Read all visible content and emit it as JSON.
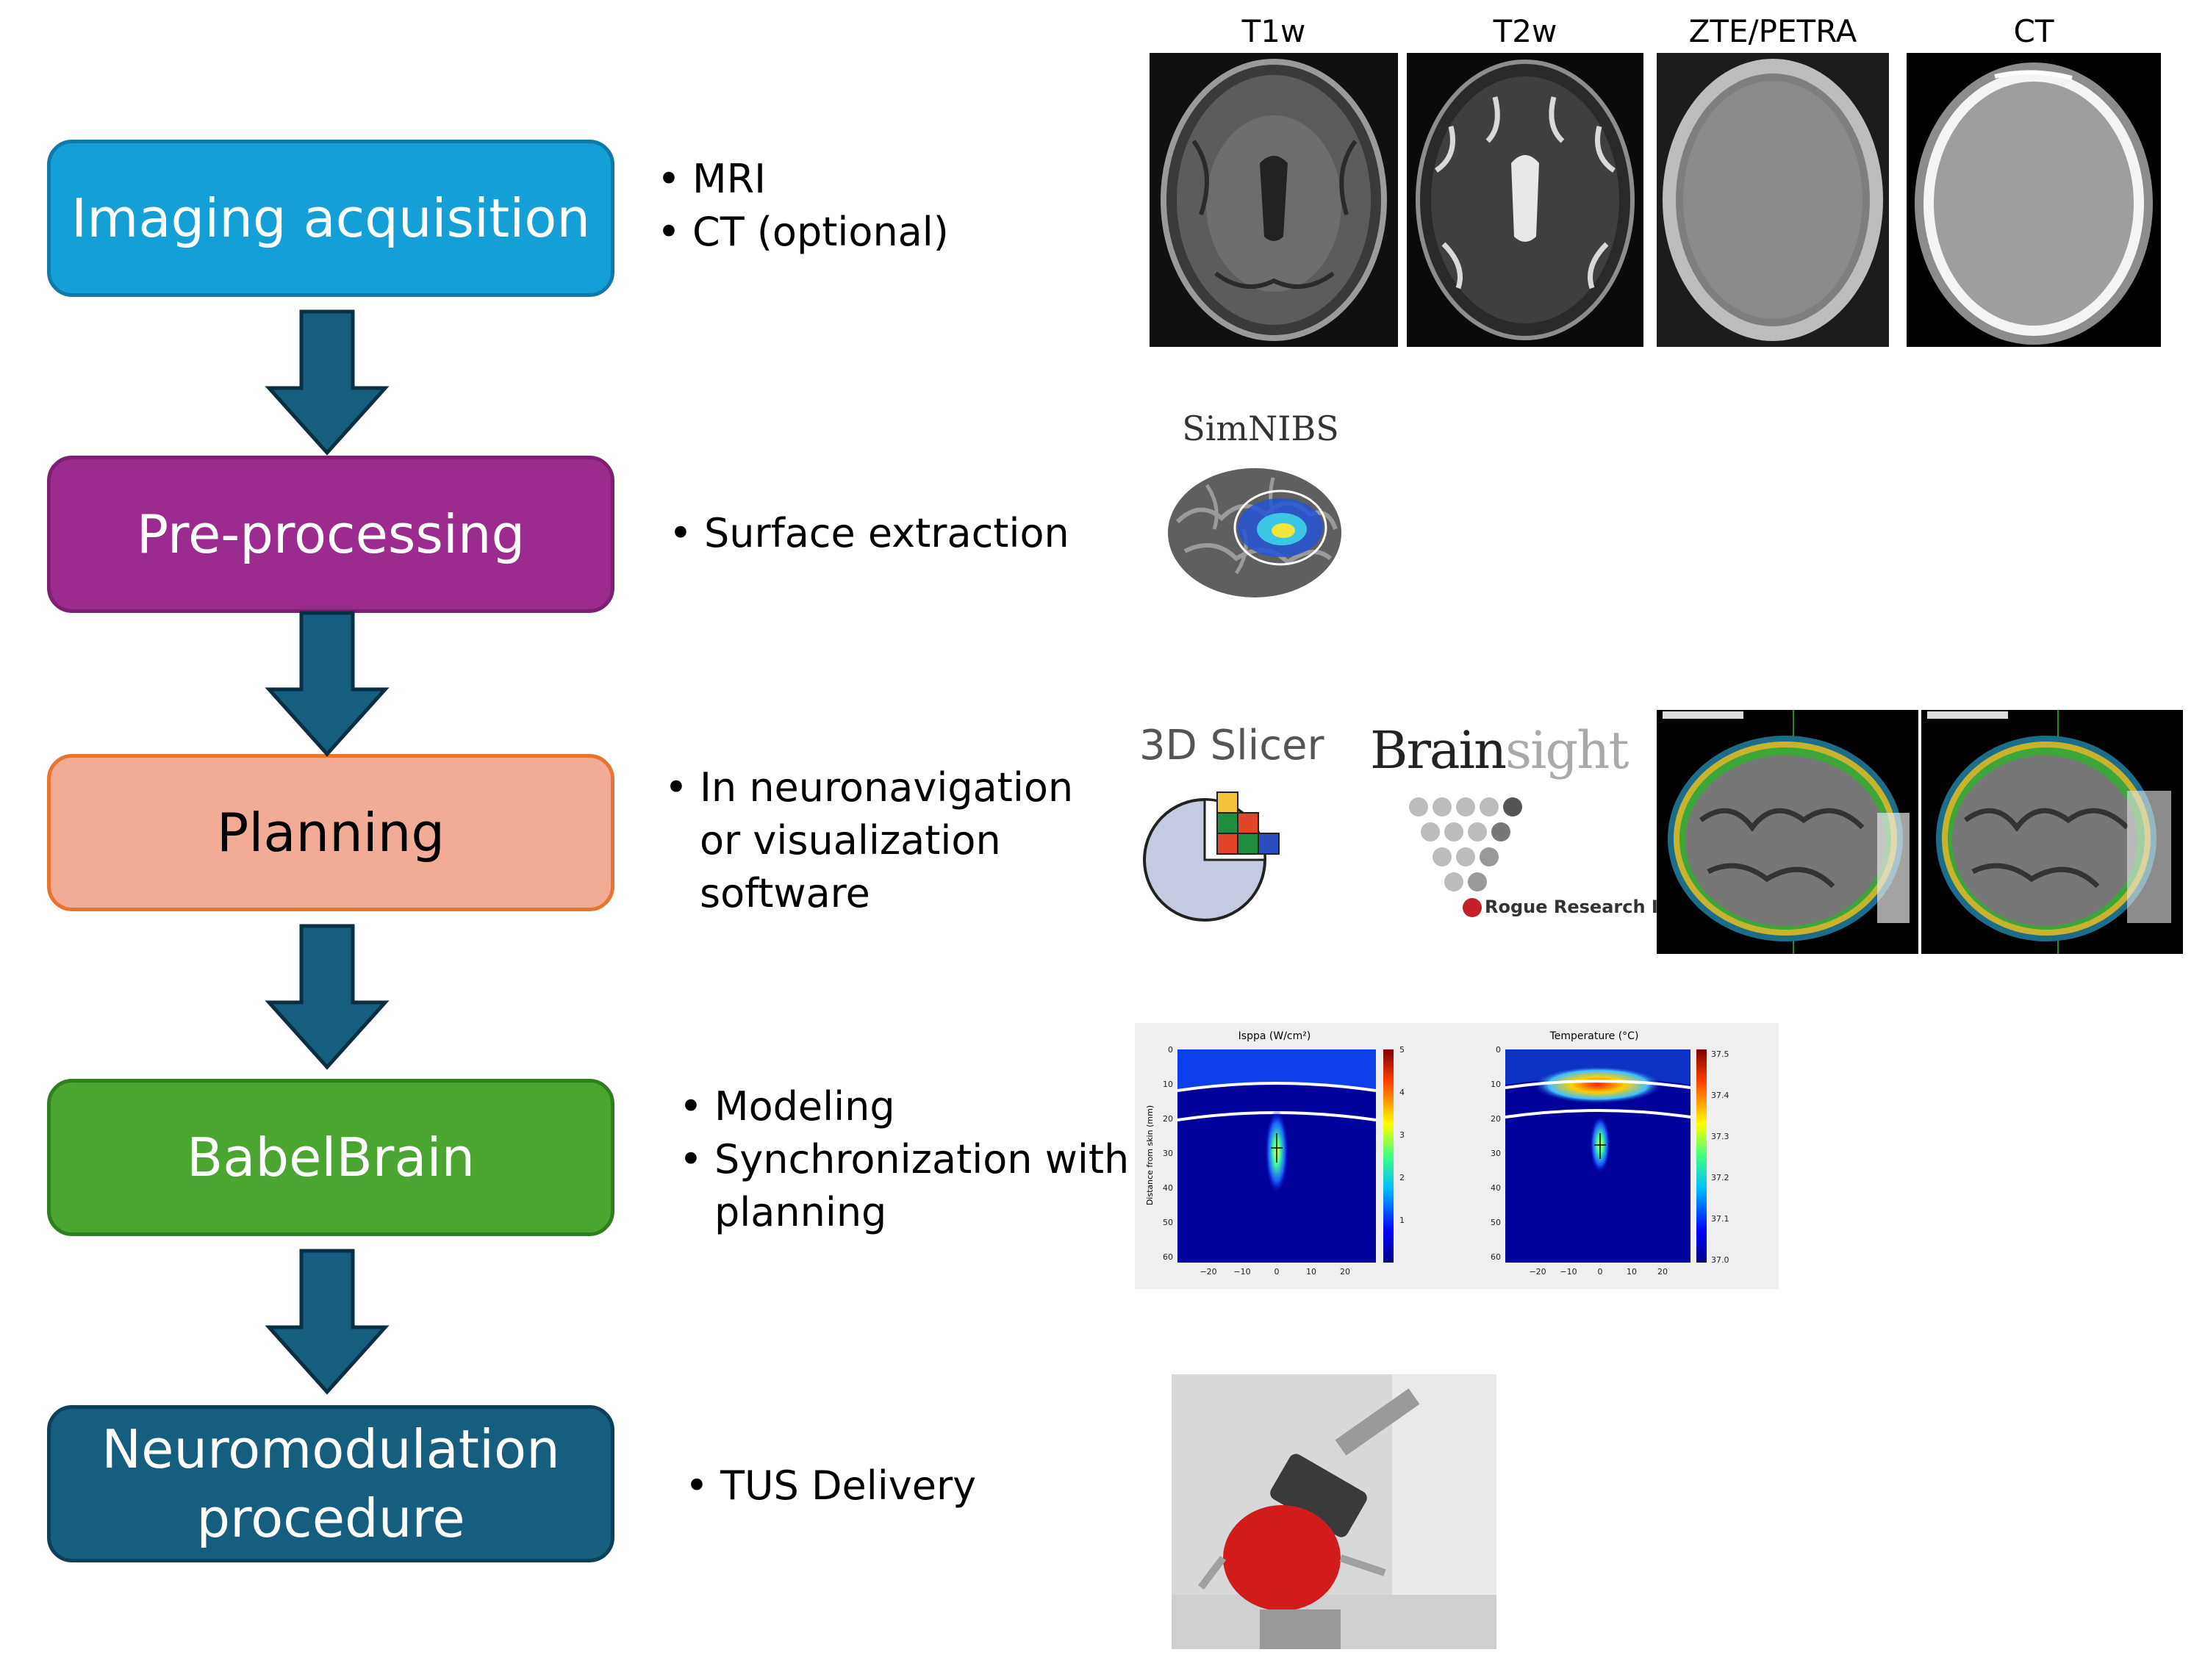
{
  "steps": [
    {
      "label": "Imaging acquisition"
    },
    {
      "label": "Pre-processing"
    },
    {
      "label": "Planning"
    },
    {
      "label": "BabelBrain"
    },
    {
      "label": "Neuromodulation\nprocedure"
    }
  ],
  "bullets": {
    "imaging": [
      "MRI",
      "CT (optional)"
    ],
    "preprocessing": [
      "Surface extraction"
    ],
    "planning": [
      "In neuronavigation\nor visualization\nsoftware"
    ],
    "babelbrain": [
      "Modeling",
      "Synchronization with\nplanning"
    ],
    "neuromodulation": [
      "TUS Delivery"
    ]
  },
  "scan_labels": [
    "T1w",
    "T2w",
    "ZTE/PETRA",
    "CT"
  ],
  "logos": {
    "simnibs": "SimNIBS",
    "slicer": "3D Slicer",
    "brainsight_a": "Brain",
    "brainsight_b": "sight",
    "rogue": "Rogue Research Inc."
  },
  "plots": {
    "left_title": "Isppa (W/cm²)",
    "right_title": "Temperature (°C)",
    "ylabel": "Distance from skin (mm)",
    "y_ticks": [
      "0",
      "10",
      "20",
      "30",
      "40",
      "50",
      "60"
    ],
    "x_ticks": [
      "−20",
      "−10",
      "0",
      "10",
      "20"
    ],
    "left_cbar": [
      "5",
      "4",
      "3",
      "2",
      "1"
    ],
    "right_cbar": [
      "37.5",
      "37.4",
      "37.3",
      "37.2",
      "37.1",
      "37.0"
    ]
  }
}
